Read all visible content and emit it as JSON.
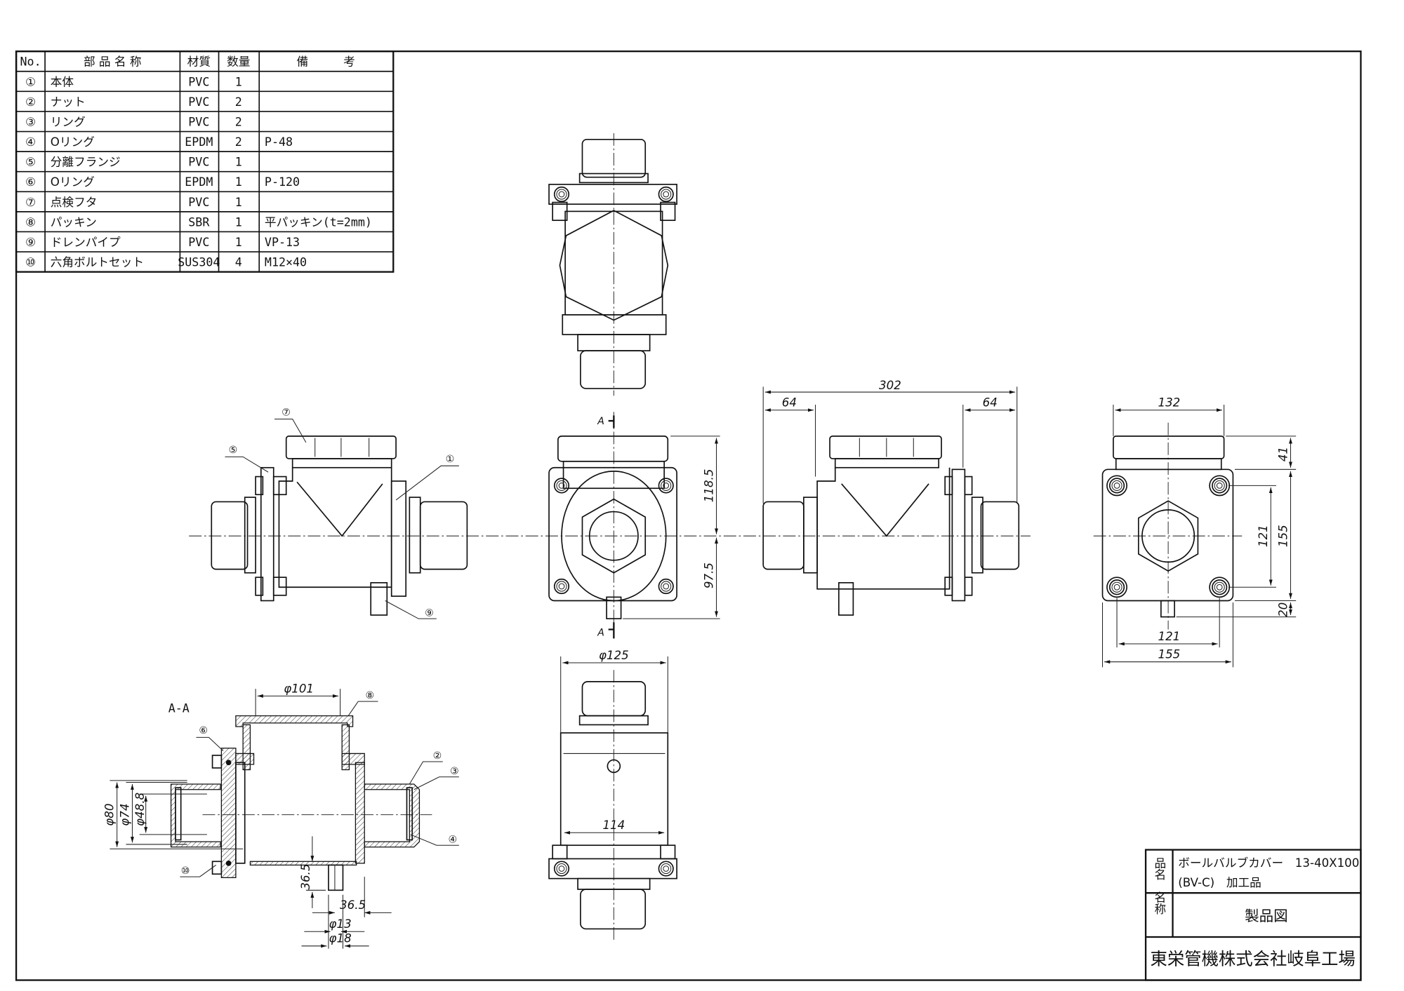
{
  "parts_table": {
    "headers": [
      "No.",
      "部 品 名 称",
      "材質",
      "数量",
      "備　　　考"
    ],
    "rows": [
      {
        "no": "①",
        "name": "本体",
        "material": "PVC",
        "qty": "1",
        "note": ""
      },
      {
        "no": "②",
        "name": "ナット",
        "material": "PVC",
        "qty": "2",
        "note": ""
      },
      {
        "no": "③",
        "name": "リング",
        "material": "PVC",
        "qty": "2",
        "note": ""
      },
      {
        "no": "④",
        "name": "Oリング",
        "material": "EPDM",
        "qty": "2",
        "note": "P-48"
      },
      {
        "no": "⑤",
        "name": "分離フランジ",
        "material": "PVC",
        "qty": "1",
        "note": ""
      },
      {
        "no": "⑥",
        "name": "Oリング",
        "material": "EPDM",
        "qty": "1",
        "note": "P-120"
      },
      {
        "no": "⑦",
        "name": "点検フタ",
        "material": "PVC",
        "qty": "1",
        "note": ""
      },
      {
        "no": "⑧",
        "name": "パッキン",
        "material": "SBR",
        "qty": "1",
        "note": "平パッキン(t=2mm)"
      },
      {
        "no": "⑨",
        "name": "ドレンパイプ",
        "material": "PVC",
        "qty": "1",
        "note": "VP-13"
      },
      {
        "no": "⑩",
        "name": "六角ボルトセット",
        "material": "SUS304",
        "qty": "4",
        "note": "M12×40"
      }
    ]
  },
  "title_block": {
    "product_label": "品名",
    "product_line1": "ボールバルブカバー　13-40X100",
    "product_line2": "(BV-C)　加工品",
    "name_label": "名称",
    "name_value": "製品図",
    "company": "東栄管機株式会社岐阜工場"
  },
  "dimensions": {
    "front_height_top": "118.5",
    "front_height_bottom": "97.5",
    "side_total_length": "302",
    "side_left_end": "64",
    "side_right_end": "64",
    "end_cap_width": "132",
    "end_bolt_pitch_h": "121",
    "end_plate_width": "155",
    "end_cap_height": "41",
    "end_bolt_pitch_v": "121",
    "end_plate_height": "155",
    "end_drain": "20",
    "bottom_diameter": "φ125",
    "bottom_width": "114",
    "section_cap_diameter": "φ101",
    "section_d80": "φ80",
    "section_d74": "φ74",
    "section_d48": "φ48.8",
    "section_drain_height": "36.5",
    "section_drain_offset": "36.5",
    "section_d13": "φ13",
    "section_d18": "φ18"
  },
  "labels": {
    "section_title": "A-A",
    "cut_mark": "A",
    "balloons": [
      "①",
      "②",
      "③",
      "④",
      "⑤",
      "⑥",
      "⑦",
      "⑧",
      "⑨",
      "⑩"
    ]
  }
}
